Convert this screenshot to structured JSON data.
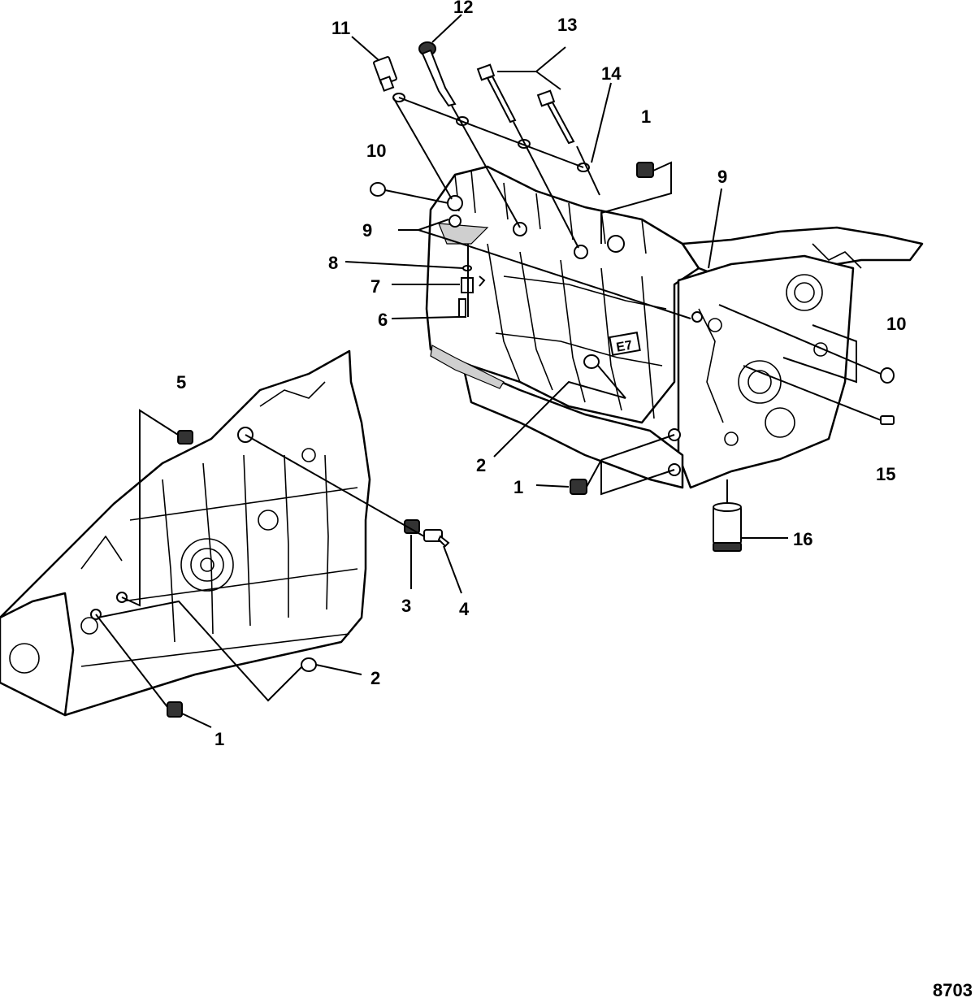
{
  "callouts": [
    {
      "id": "c11",
      "label": "11"
    },
    {
      "id": "c12",
      "label": "12"
    },
    {
      "id": "c13",
      "label": "13"
    },
    {
      "id": "c14",
      "label": "14"
    },
    {
      "id": "c1a",
      "label": "1"
    },
    {
      "id": "c10a",
      "label": "10"
    },
    {
      "id": "c9a",
      "label": "9"
    },
    {
      "id": "c9b",
      "label": "9"
    },
    {
      "id": "c8",
      "label": "8"
    },
    {
      "id": "c7",
      "label": "7"
    },
    {
      "id": "c6",
      "label": "6"
    },
    {
      "id": "c10b",
      "label": "10"
    },
    {
      "id": "c15",
      "label": "15"
    },
    {
      "id": "c2a",
      "label": "2"
    },
    {
      "id": "c1b",
      "label": "1"
    },
    {
      "id": "c16",
      "label": "16"
    },
    {
      "id": "c5",
      "label": "5"
    },
    {
      "id": "c3",
      "label": "3"
    },
    {
      "id": "c4",
      "label": "4"
    },
    {
      "id": "c2b",
      "label": "2"
    },
    {
      "id": "c1c",
      "label": "1"
    }
  ],
  "figure_id": "8703"
}
